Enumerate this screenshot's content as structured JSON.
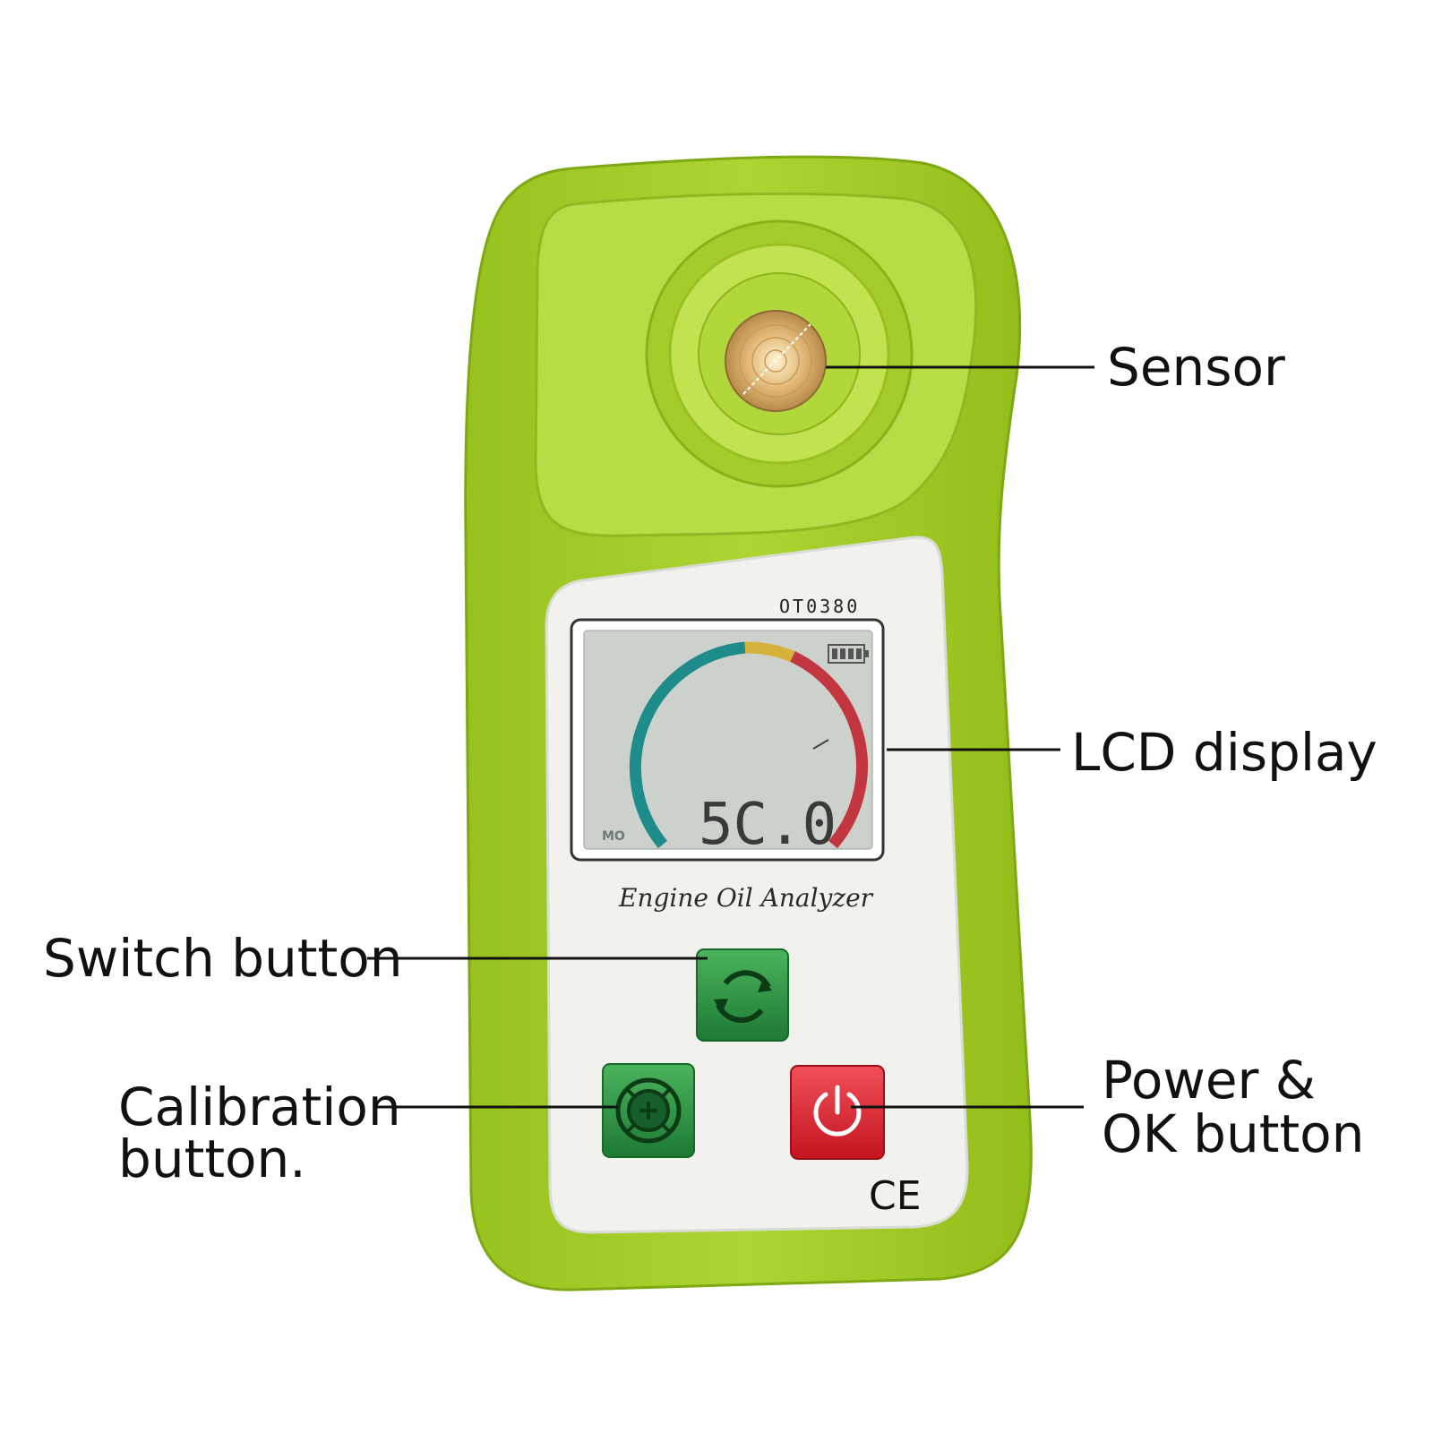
{
  "device": {
    "model": "OT0380",
    "brand_label": "Engine Oil Analyzer",
    "lcd": {
      "reading": "5C.0",
      "mode_label": "MO",
      "gauge_colors": [
        "#1f8c8c",
        "#d7b23a",
        "#c2373f"
      ]
    },
    "cert_mark": "CE",
    "body_color": "#a8cf2c",
    "buttons": {
      "switch_icon": "refresh-icon",
      "calibration_icon": "crosshair-plus-icon",
      "power_icon": "power-icon",
      "green": "#2b8a3e",
      "red": "#d8262f"
    }
  },
  "callouts": {
    "sensor": "Sensor",
    "lcd": "LCD display",
    "switch": "Switch button",
    "calibration_line1": "Calibration",
    "calibration_line2": "button.",
    "power_line1": "Power &",
    "power_line2": "OK button"
  }
}
